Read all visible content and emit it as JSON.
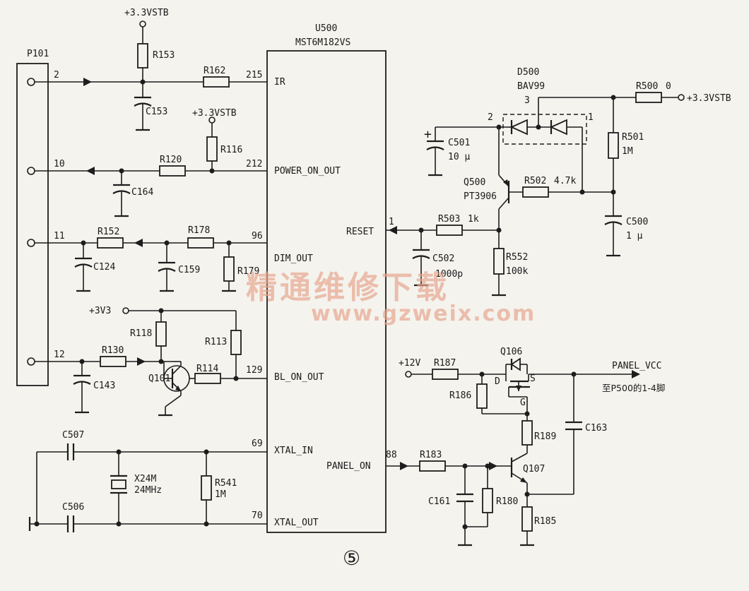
{
  "connector": {
    "ref": "P101",
    "pins": [
      "2",
      "10",
      "11",
      "12"
    ]
  },
  "ic": {
    "ref": "U500",
    "part": "MST6M182VS",
    "pins": [
      {
        "num": "215",
        "name": "IR"
      },
      {
        "num": "212",
        "name": "POWER_ON_OUT"
      },
      {
        "num": "96",
        "name": "DIM_OUT"
      },
      {
        "num": "129",
        "name": "BL_ON_OUT"
      },
      {
        "num": "69",
        "name": "XTAL_IN"
      },
      {
        "num": "70",
        "name": "XTAL_OUT"
      },
      {
        "num": "1",
        "name": "RESET"
      },
      {
        "num": "88",
        "name": "PANEL_ON"
      }
    ]
  },
  "rails": {
    "stb": "+3.3VSTB",
    "stb2": "+3.3VSTB",
    "stb_right": "+3.3VSTB",
    "v3": "+3V3",
    "v12": "+12V"
  },
  "parts": {
    "R153": "R153",
    "C153": "C153",
    "R162": "R162",
    "R116": "R116",
    "R120": "R120",
    "C164": "C164",
    "R152": "R152",
    "R178": "R178",
    "C124": "C124",
    "C159": "C159",
    "R179": "R179",
    "R118": "R118",
    "R113": "R113",
    "R130": "R130",
    "R114": "R114",
    "Q101": "Q101",
    "C143": "C143",
    "C507": "C507",
    "C506": "C506",
    "X24M": "X24M",
    "X24M_val": "24MHz",
    "R541": "R541",
    "R541_val": "1M",
    "D500": "D500",
    "D500_part": "BAV99",
    "R500": "R500",
    "R500_val": "0",
    "C501": "C501",
    "C501_val": "10 μ",
    "R501": "R501",
    "R501_val": "1M",
    "Q500": "Q500",
    "Q500_part": "PT3906",
    "R502": "R502",
    "R502_val": "4.7k",
    "R503": "R503",
    "R503_val": "1k",
    "C500": "C500",
    "C500_val": "1 μ",
    "C502": "C502",
    "C502_val": "1000p",
    "R552": "R552",
    "R552_val": "100k",
    "R187": "R187",
    "Q106": "Q106",
    "R186": "R186",
    "R189": "R189",
    "C163": "C163",
    "R183": "R183",
    "Q107": "Q107",
    "C161": "C161",
    "R180": "R180",
    "R185": "R185"
  },
  "mosfet_pins": {
    "d": "D",
    "s": "S",
    "g": "G"
  },
  "diode_pins": {
    "p1": "1",
    "p2": "2",
    "p3": "3"
  },
  "reset_pin": "1",
  "panel_vcc": "PANEL_VCC",
  "panel_note": "至P500的1-4脚",
  "figure_no": "⑤",
  "watermark": {
    "cn": "精通维修下载",
    "url": "www.gzweix.com"
  }
}
